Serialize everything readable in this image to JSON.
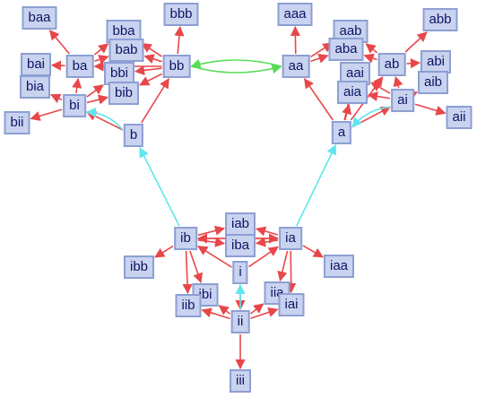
{
  "nodes": [
    {
      "id": "baa",
      "label": "baa"
    },
    {
      "id": "bba",
      "label": "bba"
    },
    {
      "id": "bab",
      "label": "bab"
    },
    {
      "id": "ba",
      "label": "ba"
    },
    {
      "id": "bai",
      "label": "bai"
    },
    {
      "id": "bia",
      "label": "bia"
    },
    {
      "id": "bbi",
      "label": "bbi"
    },
    {
      "id": "bib",
      "label": "bib"
    },
    {
      "id": "bi",
      "label": "bi"
    },
    {
      "id": "bii",
      "label": "bii"
    },
    {
      "id": "bbb",
      "label": "bbb"
    },
    {
      "id": "bb",
      "label": "bb"
    },
    {
      "id": "b",
      "label": "b"
    },
    {
      "id": "aaa",
      "label": "aaa"
    },
    {
      "id": "aab",
      "label": "aab"
    },
    {
      "id": "aba",
      "label": "aba"
    },
    {
      "id": "aa",
      "label": "aa"
    },
    {
      "id": "aai",
      "label": "aai"
    },
    {
      "id": "aia",
      "label": "aia"
    },
    {
      "id": "abb",
      "label": "abb"
    },
    {
      "id": "ab",
      "label": "ab"
    },
    {
      "id": "abi",
      "label": "abi"
    },
    {
      "id": "aib",
      "label": "aib"
    },
    {
      "id": "ai",
      "label": "ai"
    },
    {
      "id": "aii",
      "label": "aii"
    },
    {
      "id": "a",
      "label": "a"
    },
    {
      "id": "iab",
      "label": "iab"
    },
    {
      "id": "iba",
      "label": "iba"
    },
    {
      "id": "ib",
      "label": "ib"
    },
    {
      "id": "ia",
      "label": "ia"
    },
    {
      "id": "ibb",
      "label": "ibb"
    },
    {
      "id": "iaa",
      "label": "iaa"
    },
    {
      "id": "i",
      "label": "i"
    },
    {
      "id": "ibi",
      "label": "ibi"
    },
    {
      "id": "iib",
      "label": "iib"
    },
    {
      "id": "iia",
      "label": "iia"
    },
    {
      "id": "iai",
      "label": "iai"
    },
    {
      "id": "ii",
      "label": "ii"
    },
    {
      "id": "iii",
      "label": "iii"
    }
  ],
  "edges": [
    {
      "from": "b",
      "to": "bb",
      "kind": "red"
    },
    {
      "from": "b",
      "to": "bi",
      "kind": "red"
    },
    {
      "from": "bb",
      "to": "bbb",
      "kind": "red"
    },
    {
      "from": "bb",
      "to": "bba",
      "kind": "red"
    },
    {
      "from": "bb",
      "to": "bab",
      "kind": "red"
    },
    {
      "from": "bb",
      "to": "bbi",
      "kind": "red"
    },
    {
      "from": "bb",
      "to": "bib",
      "kind": "red"
    },
    {
      "from": "bb",
      "to": "ba",
      "kind": "red"
    },
    {
      "from": "ba",
      "to": "baa",
      "kind": "red"
    },
    {
      "from": "ba",
      "to": "bai",
      "kind": "red"
    },
    {
      "from": "ba",
      "to": "bab",
      "kind": "red"
    },
    {
      "from": "ba",
      "to": "bba",
      "kind": "red"
    },
    {
      "from": "bi",
      "to": "ba",
      "kind": "red"
    },
    {
      "from": "bi",
      "to": "bia",
      "kind": "red"
    },
    {
      "from": "bi",
      "to": "bii",
      "kind": "red"
    },
    {
      "from": "bi",
      "to": "bib",
      "kind": "red"
    },
    {
      "from": "bi",
      "to": "bbi",
      "kind": "red"
    },
    {
      "from": "a",
      "to": "aa",
      "kind": "red"
    },
    {
      "from": "a",
      "to": "ai",
      "kind": "red"
    },
    {
      "from": "a",
      "to": "aai",
      "kind": "red"
    },
    {
      "from": "a",
      "to": "aia",
      "kind": "red"
    },
    {
      "from": "a",
      "to": "ab",
      "kind": "red"
    },
    {
      "from": "aa",
      "to": "aaa",
      "kind": "red"
    },
    {
      "from": "aa",
      "to": "aab",
      "kind": "red"
    },
    {
      "from": "aa",
      "to": "aba",
      "kind": "red"
    },
    {
      "from": "ab",
      "to": "aba",
      "kind": "red"
    },
    {
      "from": "ab",
      "to": "abb",
      "kind": "red"
    },
    {
      "from": "ab",
      "to": "abi",
      "kind": "red"
    },
    {
      "from": "ab",
      "to": "aab",
      "kind": "red"
    },
    {
      "from": "ai",
      "to": "ab",
      "kind": "red"
    },
    {
      "from": "ai",
      "to": "aib",
      "kind": "red"
    },
    {
      "from": "ai",
      "to": "aii",
      "kind": "red"
    },
    {
      "from": "ai",
      "to": "aia",
      "kind": "red"
    },
    {
      "from": "ai",
      "to": "aai",
      "kind": "red"
    },
    {
      "from": "ib",
      "to": "ibb",
      "kind": "red"
    },
    {
      "from": "ib",
      "to": "iab",
      "kind": "red"
    },
    {
      "from": "ib",
      "to": "iba",
      "kind": "red"
    },
    {
      "from": "ib",
      "to": "ibi",
      "kind": "red"
    },
    {
      "from": "ib",
      "to": "iib",
      "kind": "red"
    },
    {
      "from": "ib",
      "to": "ia",
      "kind": "red"
    },
    {
      "from": "ia",
      "to": "iaa",
      "kind": "red"
    },
    {
      "from": "ia",
      "to": "iab",
      "kind": "red"
    },
    {
      "from": "ia",
      "to": "iba",
      "kind": "red"
    },
    {
      "from": "ia",
      "to": "iia",
      "kind": "red"
    },
    {
      "from": "ia",
      "to": "iai",
      "kind": "red"
    },
    {
      "from": "ia",
      "to": "ib",
      "kind": "red"
    },
    {
      "from": "i",
      "to": "ib",
      "kind": "red"
    },
    {
      "from": "i",
      "to": "ia",
      "kind": "red"
    },
    {
      "from": "i",
      "to": "ii",
      "kind": "red"
    },
    {
      "from": "ii",
      "to": "ibi",
      "kind": "red"
    },
    {
      "from": "ii",
      "to": "iib",
      "kind": "red"
    },
    {
      "from": "ii",
      "to": "iia",
      "kind": "red"
    },
    {
      "from": "ii",
      "to": "iai",
      "kind": "red"
    },
    {
      "from": "ii",
      "to": "iii",
      "kind": "red"
    },
    {
      "from": "ib",
      "to": "b",
      "kind": "cyan"
    },
    {
      "from": "ia",
      "to": "a",
      "kind": "cyan"
    },
    {
      "from": "b",
      "to": "bi",
      "kind": "cyan"
    },
    {
      "from": "ai",
      "to": "a",
      "kind": "cyan"
    },
    {
      "from": "ii",
      "to": "i",
      "kind": "cyan"
    },
    {
      "from": "bb",
      "to": "aa",
      "kind": "green"
    },
    {
      "from": "aa",
      "to": "bb",
      "kind": "green"
    }
  ],
  "colors": {
    "red": "#e8474a",
    "cyan": "#5fe6ef",
    "green": "#56dd56"
  }
}
